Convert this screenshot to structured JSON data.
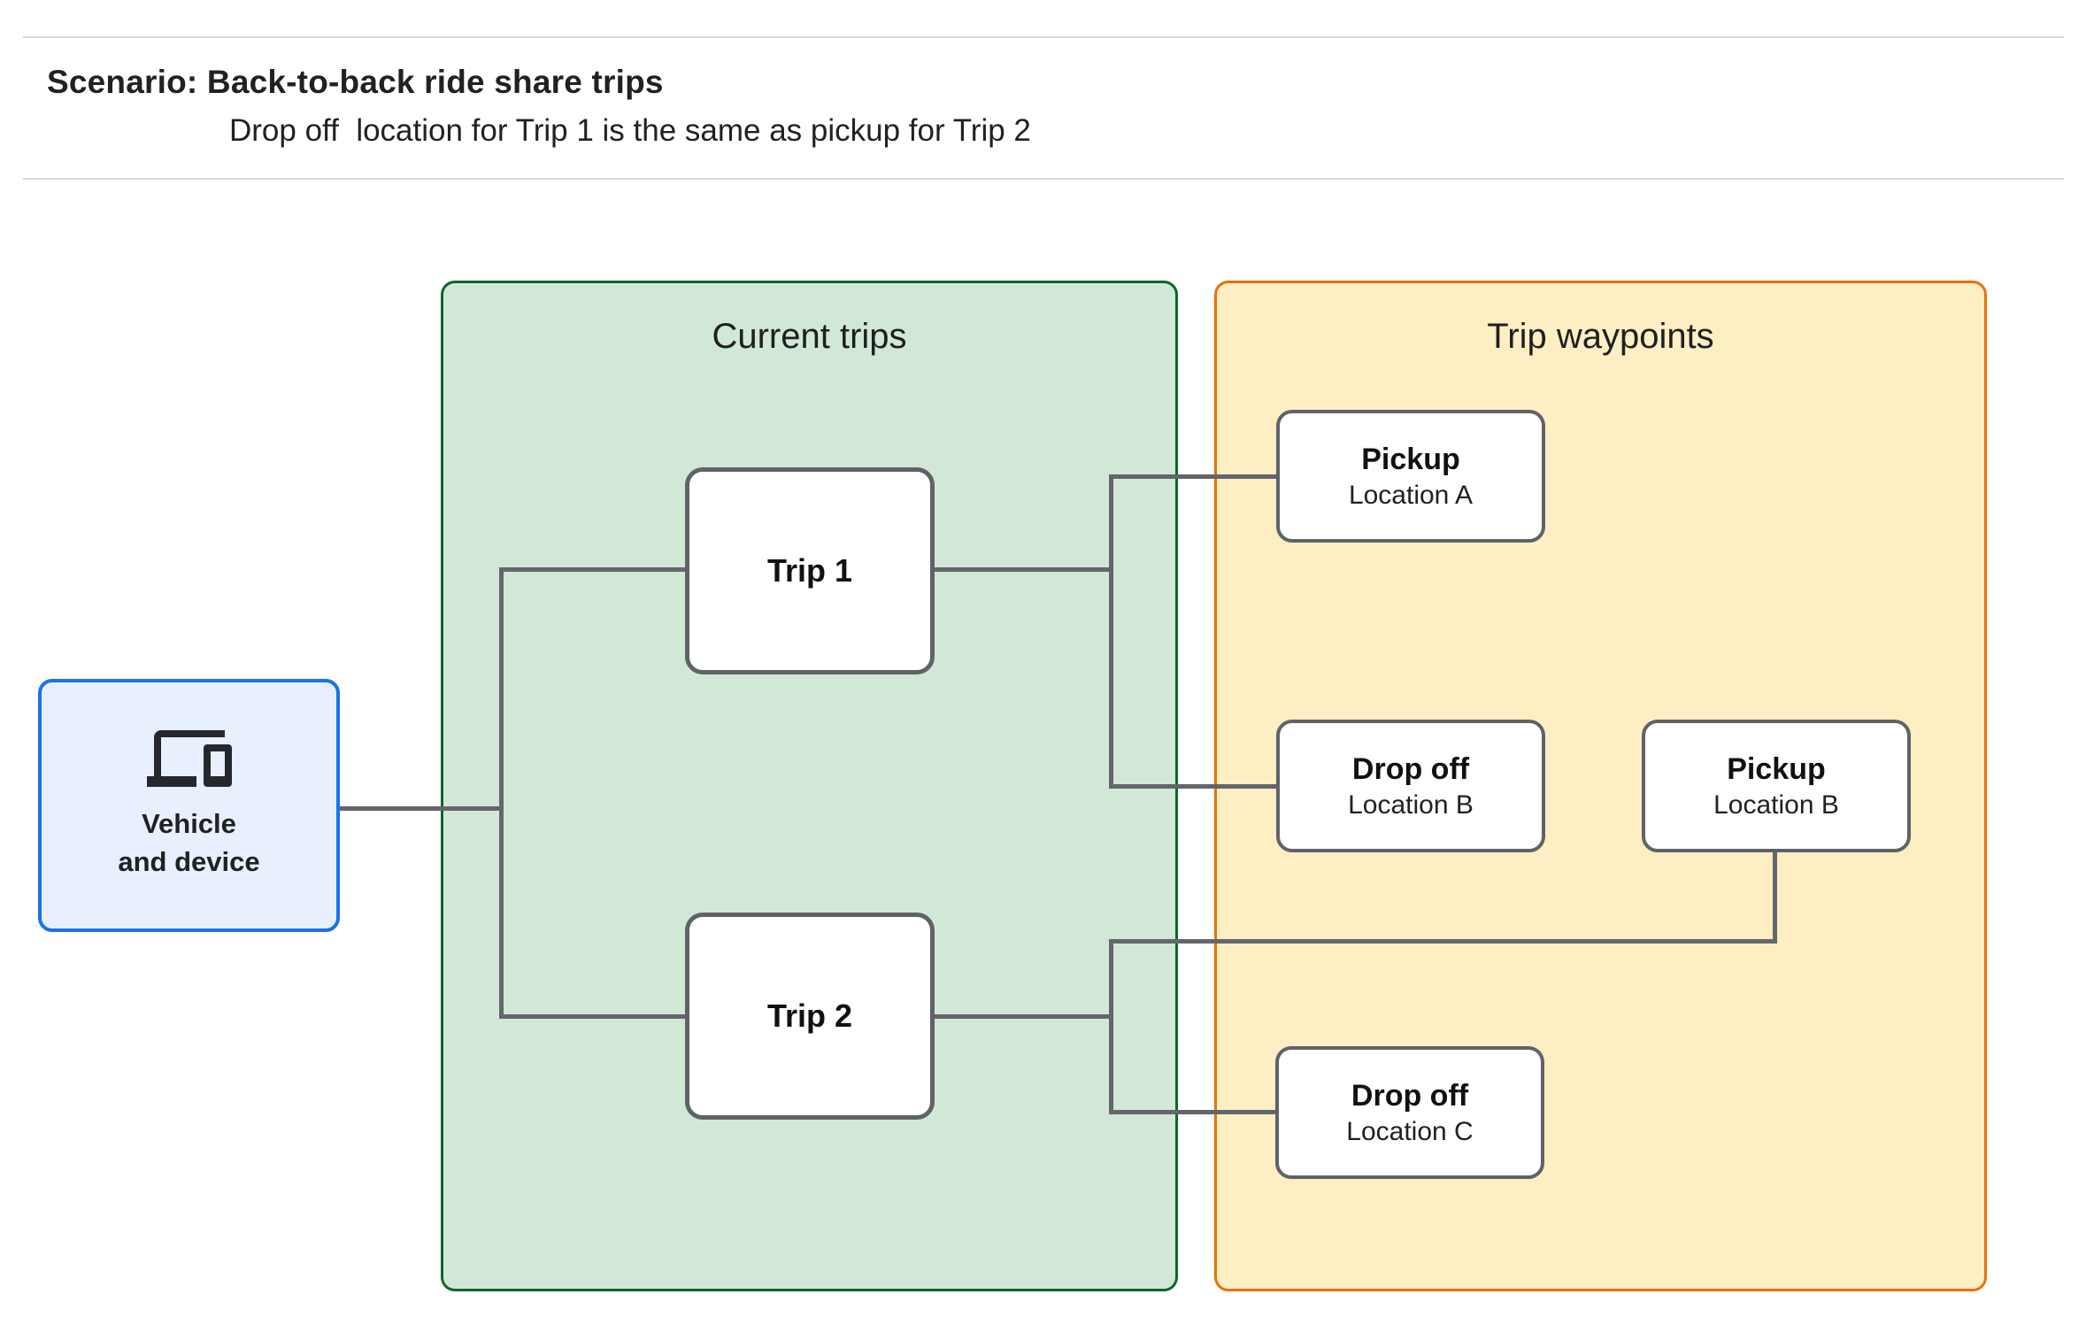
{
  "header": {
    "title": "Scenario: Back-to-back ride share trips",
    "subtitle": "Drop off  location for Trip 1 is the same as pickup for Trip 2"
  },
  "vehicle_node": {
    "icon": "devices-icon",
    "label_line1": "Vehicle",
    "label_line2": "and device"
  },
  "groups": {
    "current_trips": {
      "title": "Current trips",
      "fill": "#d2e8d6",
      "border": "#0d652d",
      "nodes": [
        {
          "label": "Trip 1"
        },
        {
          "label": "Trip 2"
        }
      ]
    },
    "trip_waypoints": {
      "title": "Trip waypoints",
      "fill": "#fdefc3",
      "border": "#e8710a",
      "nodes": [
        {
          "title": "Pickup",
          "subtitle": "Location A"
        },
        {
          "title": "Drop off",
          "subtitle": "Location B"
        },
        {
          "title": "Pickup",
          "subtitle": "Location B"
        },
        {
          "title": "Drop off",
          "subtitle": "Location C"
        }
      ]
    }
  },
  "edges": [
    "vehicle -> trips junction",
    "junction -> Trip 1",
    "junction -> Trip 2",
    "Trip 1 -> Pickup Location A",
    "Trip 1 -> Drop off Location B",
    "Trip 2 -> Pickup Location B",
    "Trip 2 -> Drop off Location C"
  ],
  "colors": {
    "vehicle_fill": "#e8f0fe",
    "vehicle_border": "#1a73e8",
    "node_border": "#5f6368",
    "connector": "#63666a",
    "text": "#202124",
    "hairline": "#d9d9d9"
  }
}
